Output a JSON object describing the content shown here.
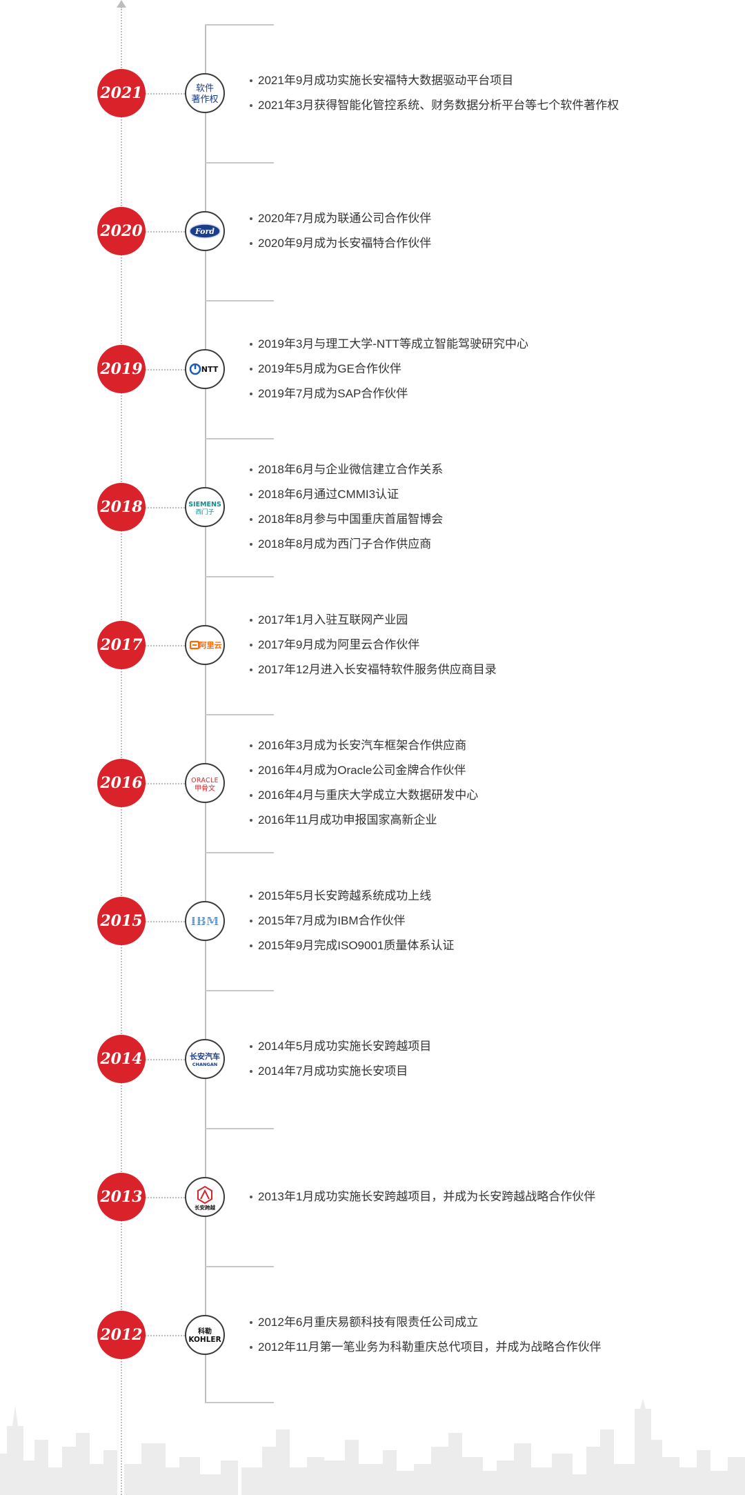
{
  "colors": {
    "badge": "#d9222a",
    "line": "#bdbdbd",
    "text": "#333333",
    "skyline": "#ececec"
  },
  "years": [
    {
      "year": "2021",
      "logo": {
        "icon": "software-copyright-icon",
        "text": "软件\n著作权"
      },
      "events": [
        "2021年9月成功实施长安福特大数据驱动平台项目",
        "2021年3月获得智能化管控系统、财务数据分析平台等七个软件著作权"
      ]
    },
    {
      "year": "2020",
      "logo": {
        "icon": "ford-logo-icon",
        "text": "Ford"
      },
      "events": [
        "2020年7月成为联通公司合作伙伴",
        "2020年9月成为长安福特合作伙伴"
      ]
    },
    {
      "year": "2019",
      "logo": {
        "icon": "ntt-logo-icon",
        "text": "NTT"
      },
      "events": [
        "2019年3月与理工大学-NTT等成立智能驾驶研究中心",
        "2019年5月成为GE合作伙伴",
        "2019年7月成为SAP合作伙伴"
      ]
    },
    {
      "year": "2018",
      "logo": {
        "icon": "siemens-logo-icon",
        "text": "SIEMENS",
        "subtext": "西门子"
      },
      "events": [
        "2018年6月与企业微信建立合作关系",
        "2018年6月通过CMMI3认证",
        "2018年8月参与中国重庆首届智博会",
        "2018年8月成为西门子合作供应商"
      ]
    },
    {
      "year": "2017",
      "logo": {
        "icon": "aliyun-logo-icon",
        "text": "阿里云"
      },
      "events": [
        "2017年1月入驻互联网产业园",
        "2017年9月成为阿里云合作伙伴",
        "2017年12月进入长安福特软件服务供应商目录"
      ]
    },
    {
      "year": "2016",
      "logo": {
        "icon": "oracle-logo-icon",
        "text": "ORACLE",
        "subtext": "甲骨文"
      },
      "events": [
        "2016年3月成为长安汽车框架合作供应商",
        "2016年4月成为Oracle公司金牌合作伙伴",
        "2016年4月与重庆大学成立大数据研发中心",
        "2016年11月成功申报国家高新企业"
      ]
    },
    {
      "year": "2015",
      "logo": {
        "icon": "ibm-logo-icon",
        "text": "IBM"
      },
      "events": [
        "2015年5月长安跨越系统成功上线",
        "2015年7月成为IBM合作伙伴",
        "2015年9月完成ISO9001质量体系认证"
      ]
    },
    {
      "year": "2014",
      "logo": {
        "icon": "changan-auto-logo-icon",
        "text": "长安汽车",
        "subtext": "CHANGAN"
      },
      "events": [
        "2014年5月成功实施长安跨越项目",
        "2014年7月成功实施长安项目"
      ]
    },
    {
      "year": "2013",
      "logo": {
        "icon": "changan-kuayue-logo-icon",
        "text": "长安跨越"
      },
      "events": [
        "2013年1月成功实施长安跨越项目，并成为长安跨越战略合作伙伴"
      ]
    },
    {
      "year": "2012",
      "logo": {
        "icon": "kohler-logo-icon",
        "text": "科勒",
        "subtext": "KOHLER"
      },
      "events": [
        "2012年6月重庆易额科技有限责任公司成立",
        "2012年11月第一笔业务为科勒重庆总代项目，并成为战略合作伙伴"
      ]
    }
  ]
}
